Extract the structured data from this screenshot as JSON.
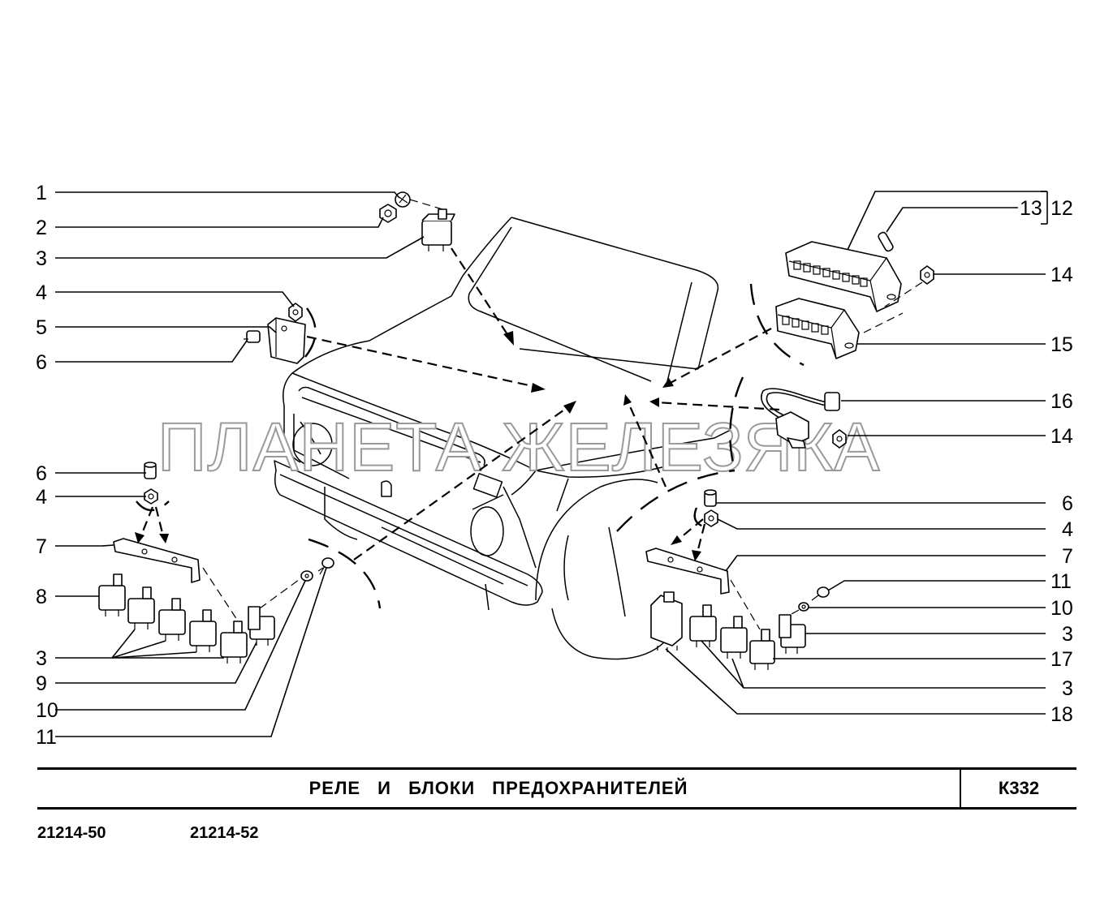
{
  "title": "РЕЛЕ   И   БЛОКИ   ПРЕДОХРАНИТЕЛЕЙ",
  "code": "К332",
  "models": [
    "21214-50",
    "21214-52"
  ],
  "watermark": "ПЛАНЕТА ЖЕЛЕЗЯКА",
  "left_callouts": [
    "1",
    "2",
    "3",
    "4",
    "5",
    "6",
    "6",
    "4",
    "7",
    "8",
    "3",
    "9",
    "10",
    "11"
  ],
  "right_callouts": [
    "13",
    "12",
    "14",
    "15",
    "16",
    "14",
    "6",
    "4",
    "7",
    "11",
    "10",
    "3",
    "17",
    "3",
    "18"
  ]
}
